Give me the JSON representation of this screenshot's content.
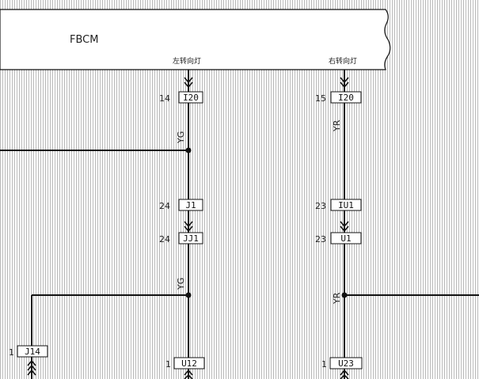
{
  "module": {
    "name": "FBCM",
    "left_output_label": "左转向灯",
    "right_output_label": "右转向灯"
  },
  "left_circuit": {
    "wire_color_upper": "YG",
    "wire_color_lower": "YG",
    "connectors": [
      {
        "pin": "14",
        "id": "I20"
      },
      {
        "pin": "24",
        "id": "J1"
      },
      {
        "pin": "24",
        "id": "JJ1"
      },
      {
        "pin": "1",
        "id": "U12"
      }
    ]
  },
  "right_circuit": {
    "wire_color_upper": "YR",
    "wire_color_lower": "YR",
    "connectors": [
      {
        "pin": "15",
        "id": "I20"
      },
      {
        "pin": "23",
        "id": "IU1"
      },
      {
        "pin": "23",
        "id": "U1"
      },
      {
        "pin": "1",
        "id": "U23"
      }
    ]
  },
  "branch_circuit": {
    "connectors": [
      {
        "pin": "1",
        "id": "J14"
      }
    ]
  },
  "colors": {
    "wire": "#111111",
    "stripe": "#b9b9b9",
    "background": "#ffffff"
  }
}
